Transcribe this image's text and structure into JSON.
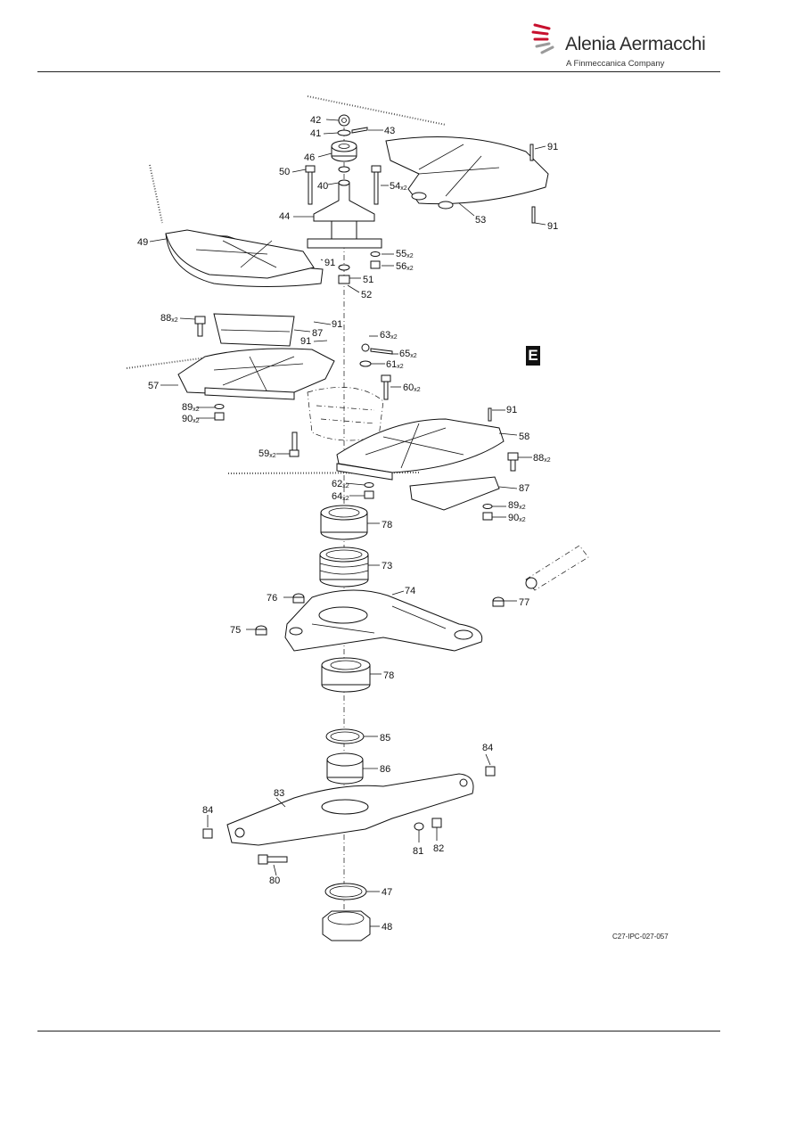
{
  "header": {
    "brand_name": "Alenia Aermacchi",
    "brand_subtitle": "A Finmeccanica Company"
  },
  "figure": {
    "view_label": "E",
    "reference_code": "C27-IPC-027-057",
    "callouts": [
      {
        "id": "c42",
        "num": "42",
        "qty": ""
      },
      {
        "id": "c41",
        "num": "41",
        "qty": ""
      },
      {
        "id": "c43",
        "num": "43",
        "qty": ""
      },
      {
        "id": "c46",
        "num": "46",
        "qty": ""
      },
      {
        "id": "c50",
        "num": "50",
        "qty": ""
      },
      {
        "id": "c40",
        "num": "40",
        "qty": ""
      },
      {
        "id": "c54",
        "num": "54",
        "qty": "x2"
      },
      {
        "id": "c44",
        "num": "44",
        "qty": ""
      },
      {
        "id": "c53",
        "num": "53",
        "qty": ""
      },
      {
        "id": "c91a",
        "num": "91",
        "qty": ""
      },
      {
        "id": "c91b",
        "num": "91",
        "qty": ""
      },
      {
        "id": "c49",
        "num": "49",
        "qty": ""
      },
      {
        "id": "c55",
        "num": "55",
        "qty": "x2"
      },
      {
        "id": "c56",
        "num": "56",
        "qty": "x2"
      },
      {
        "id": "c91c",
        "num": "91",
        "qty": ""
      },
      {
        "id": "c51",
        "num": "51",
        "qty": ""
      },
      {
        "id": "c52",
        "num": "52",
        "qty": ""
      },
      {
        "id": "c88a",
        "num": "88",
        "qty": "x2"
      },
      {
        "id": "c91d",
        "num": "91",
        "qty": ""
      },
      {
        "id": "c87a",
        "num": "87",
        "qty": ""
      },
      {
        "id": "c91e",
        "num": "91",
        "qty": ""
      },
      {
        "id": "c63",
        "num": "63",
        "qty": "x2"
      },
      {
        "id": "c65",
        "num": "65",
        "qty": "x2"
      },
      {
        "id": "c61",
        "num": "61",
        "qty": "x2"
      },
      {
        "id": "c57",
        "num": "57",
        "qty": ""
      },
      {
        "id": "c60",
        "num": "60",
        "qty": "x2"
      },
      {
        "id": "c89a",
        "num": "89",
        "qty": "x2"
      },
      {
        "id": "c90a",
        "num": "90",
        "qty": "x2"
      },
      {
        "id": "c91f",
        "num": "91",
        "qty": ""
      },
      {
        "id": "c58",
        "num": "58",
        "qty": ""
      },
      {
        "id": "c59",
        "num": "59",
        "qty": "x2"
      },
      {
        "id": "c88b",
        "num": "88",
        "qty": "x2"
      },
      {
        "id": "c62",
        "num": "62",
        "qty": "x2"
      },
      {
        "id": "c87b",
        "num": "87",
        "qty": ""
      },
      {
        "id": "c64",
        "num": "64",
        "qty": "x2"
      },
      {
        "id": "c89b",
        "num": "89",
        "qty": "x2"
      },
      {
        "id": "c90b",
        "num": "90",
        "qty": "x2"
      },
      {
        "id": "c78a",
        "num": "78",
        "qty": ""
      },
      {
        "id": "c73",
        "num": "73",
        "qty": ""
      },
      {
        "id": "c76",
        "num": "76",
        "qty": ""
      },
      {
        "id": "c74",
        "num": "74",
        "qty": ""
      },
      {
        "id": "c77",
        "num": "77",
        "qty": ""
      },
      {
        "id": "c75",
        "num": "75",
        "qty": ""
      },
      {
        "id": "c78b",
        "num": "78",
        "qty": ""
      },
      {
        "id": "c85",
        "num": "85",
        "qty": ""
      },
      {
        "id": "c84a",
        "num": "84",
        "qty": ""
      },
      {
        "id": "c86",
        "num": "86",
        "qty": ""
      },
      {
        "id": "c83",
        "num": "83",
        "qty": ""
      },
      {
        "id": "c84b",
        "num": "84",
        "qty": ""
      },
      {
        "id": "c81",
        "num": "81",
        "qty": ""
      },
      {
        "id": "c82",
        "num": "82",
        "qty": ""
      },
      {
        "id": "c80",
        "num": "80",
        "qty": ""
      },
      {
        "id": "c47",
        "num": "47",
        "qty": ""
      },
      {
        "id": "c48",
        "num": "48",
        "qty": ""
      }
    ]
  }
}
